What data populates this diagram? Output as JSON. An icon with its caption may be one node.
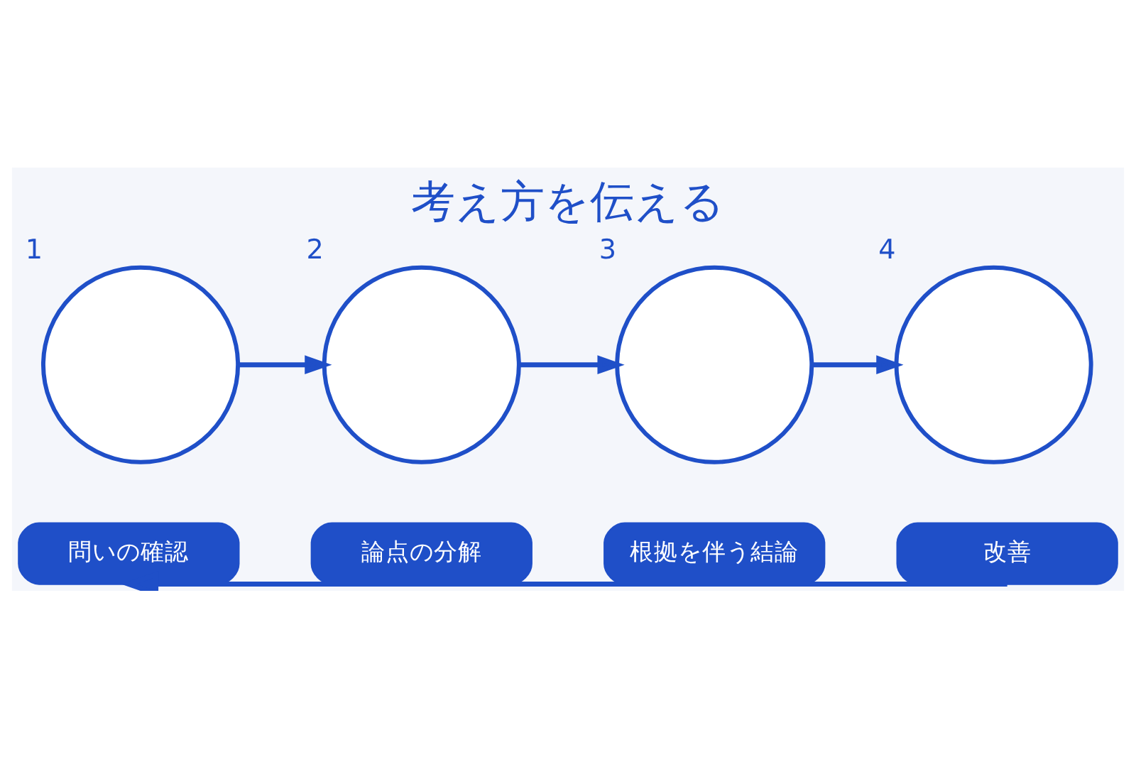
{
  "diagram": {
    "title": "考え方を伝える",
    "nodes": [
      {
        "text": [],
        "shape": "circle",
        "beside": [
          "1"
        ]
      },
      {
        "text": [],
        "shape": "circle",
        "beside": [
          "2"
        ]
      },
      {
        "text": [],
        "shape": "circle",
        "beside": [
          "3"
        ]
      },
      {
        "text": [],
        "shape": "circle",
        "beside": [
          "4"
        ]
      },
      {
        "text": [
          "問いの確認"
        ]
      },
      {
        "text": [
          "論点の分解"
        ]
      },
      {
        "text": [
          "根拠を伴う結論"
        ]
      },
      {
        "text": [
          "改善"
        ]
      }
    ],
    "edges": [
      {
        "from": 0,
        "to": 1,
        "arrow": "to"
      },
      {
        "from": 1,
        "to": 2,
        "arrow": "to"
      },
      {
        "from": 2,
        "to": 3,
        "arrow": "to"
      },
      {
        "from": 7,
        "to": 4,
        "arrow": "to"
      }
    ]
  }
}
